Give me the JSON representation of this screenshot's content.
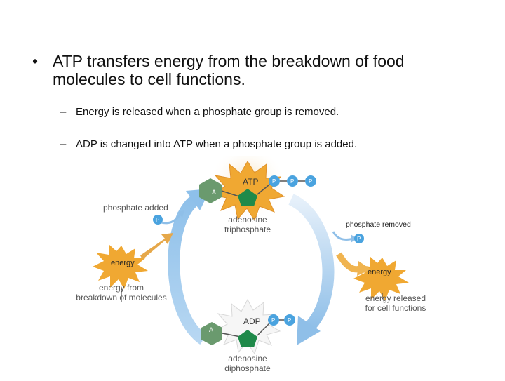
{
  "bullet": {
    "symbol": "•",
    "text": "ATP transfers energy from the breakdown of food molecules to cell functions."
  },
  "subpoints": [
    {
      "dash": "–",
      "text": "Energy is released when a phosphate group is removed."
    },
    {
      "dash": "–",
      "text": "ADP is changed into ATP when a phosphate group is added."
    }
  ],
  "diagram": {
    "atp": {
      "label": "ATP",
      "name_line1": "adenosine",
      "name_line2": "triphosphate",
      "adenine_label": "A",
      "phosphate_labels": [
        "P",
        "P",
        "P"
      ]
    },
    "adp": {
      "label": "ADP",
      "name_line1": "adenosine",
      "name_line2": "diphosphate",
      "adenine_label": "A",
      "phosphate_labels": [
        "P",
        "P"
      ]
    },
    "left": {
      "phosphate_added": "phosphate added",
      "phosphate_label": "P",
      "energy_label": "energy",
      "source_line1": "energy from",
      "source_line2": "breakdown of molecules"
    },
    "right": {
      "phosphate_removed": "phosphate removed",
      "phosphate_label": "P",
      "energy_label": "energy",
      "release_line1": "energy released",
      "release_line2": "for cell functions"
    },
    "colors": {
      "burst_orange": "#f0a832",
      "burst_light": "#f6d9a6",
      "adenine_green": "#6a9a6e",
      "ribose_green": "#1f8a4a",
      "phosphate_blue": "#4aa3df",
      "cycle_arrow": "#9fc8ea"
    }
  }
}
